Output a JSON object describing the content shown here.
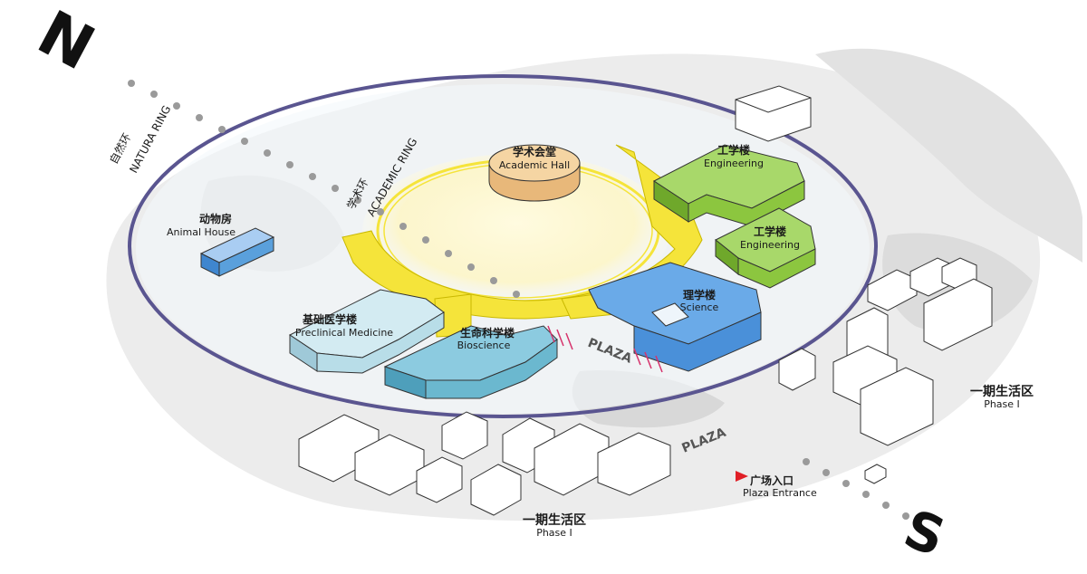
{
  "compass": {
    "north": "N",
    "south": "S"
  },
  "rings": {
    "natura": {
      "cn": "自然环",
      "en": "NATURA RING"
    },
    "academic": {
      "cn": "学术环",
      "en": "ACADEMIC RING"
    }
  },
  "buildings": {
    "academic_hall": {
      "cn": "学术会堂",
      "en": "Academic Hall"
    },
    "animal_house": {
      "cn": "动物房",
      "en": "Animal House"
    },
    "engineering_1": {
      "cn": "工学楼",
      "en": "Engineering"
    },
    "engineering_2": {
      "cn": "工学楼",
      "en": "Engineering"
    },
    "science": {
      "cn": "理学楼",
      "en": "Science"
    },
    "bioscience": {
      "cn": "生命科学楼",
      "en": "Bioscience"
    },
    "preclinical": {
      "cn": "基础医学楼",
      "en": "Preclinical Medicine"
    }
  },
  "plazas": {
    "plaza_1": "PLAZA",
    "plaza_2": "PLAZA"
  },
  "entrance": {
    "cn": "广场入口",
    "en": "Plaza Entrance"
  },
  "phases": {
    "phase_east": {
      "cn": "一期生活区",
      "en": "Phase I"
    },
    "phase_south": {
      "cn": "一期生活区",
      "en": "Phase I"
    }
  },
  "colors": {
    "engineering": "#8cc63f",
    "science": "#4a90d9",
    "bioscience": "#6bb8cf",
    "preclinical": "#b8dde8",
    "animal_house": "#5aa0dc",
    "academic_hall": "#f5d5a3",
    "academic_ring": "#f5e43a",
    "natura_ring": "#5a5590",
    "plaza_marker": "#d6336c",
    "entrance_flag": "#e01f26"
  }
}
